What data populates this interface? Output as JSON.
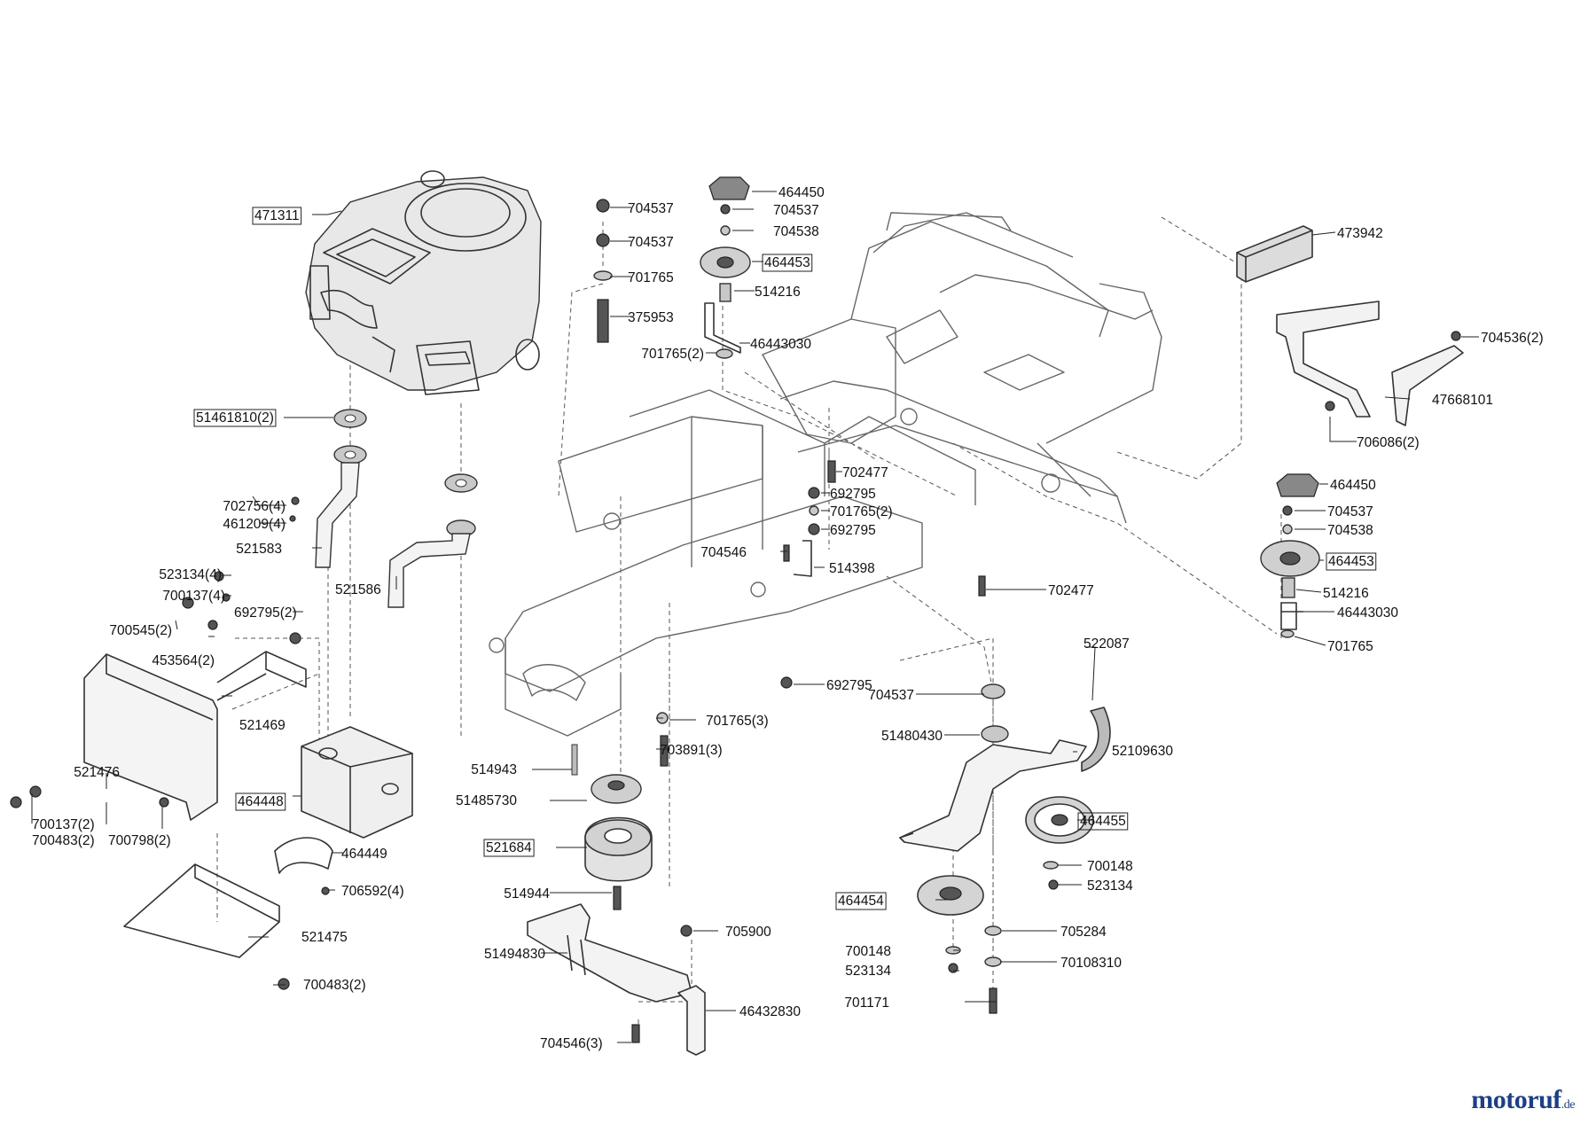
{
  "labels": [
    {
      "text": "471311",
      "boxed": true
    },
    {
      "text": "51461810(2)",
      "boxed": true
    },
    {
      "text": "702756(4)",
      "boxed": false
    },
    {
      "text": "461209(4)",
      "boxed": false
    },
    {
      "text": "521583",
      "boxed": false
    },
    {
      "text": "521586",
      "boxed": false
    },
    {
      "text": "523134(4)",
      "boxed": false
    },
    {
      "text": "700137(4)",
      "boxed": false
    },
    {
      "text": "692795(2)",
      "boxed": false
    },
    {
      "text": "700545(2)",
      "boxed": false
    },
    {
      "text": "453564(2)",
      "boxed": false
    },
    {
      "text": "521469",
      "boxed": false
    },
    {
      "text": "521476",
      "boxed": false
    },
    {
      "text": "700137(2)",
      "boxed": false
    },
    {
      "text": "700483(2)",
      "boxed": false
    },
    {
      "text": "700798(2)",
      "boxed": false
    },
    {
      "text": "464448",
      "boxed": true
    },
    {
      "text": "464449",
      "boxed": false
    },
    {
      "text": "706592(4)",
      "boxed": false
    },
    {
      "text": "521475",
      "boxed": false
    },
    {
      "text": "700483(2)",
      "boxed": false
    },
    {
      "text": "704537",
      "boxed": false
    },
    {
      "text": "704537",
      "boxed": false
    },
    {
      "text": "701765",
      "boxed": false
    },
    {
      "text": "375953",
      "boxed": false
    },
    {
      "text": "701765(2)",
      "boxed": false
    },
    {
      "text": "464450",
      "boxed": false
    },
    {
      "text": "704537",
      "boxed": false
    },
    {
      "text": "704538",
      "boxed": false
    },
    {
      "text": "464453",
      "boxed": true
    },
    {
      "text": "514216",
      "boxed": false
    },
    {
      "text": "46443030",
      "boxed": false
    },
    {
      "text": "702477",
      "boxed": false
    },
    {
      "text": "692795",
      "boxed": false
    },
    {
      "text": "701765(2)",
      "boxed": false
    },
    {
      "text": "692795",
      "boxed": false
    },
    {
      "text": "704546",
      "boxed": false
    },
    {
      "text": "514398",
      "boxed": false
    },
    {
      "text": "702477",
      "boxed": false
    },
    {
      "text": "692795",
      "boxed": false
    },
    {
      "text": "701765(3)",
      "boxed": false
    },
    {
      "text": "703891(3)",
      "boxed": false
    },
    {
      "text": "514943",
      "boxed": false
    },
    {
      "text": "51485730",
      "boxed": false
    },
    {
      "text": "521684",
      "boxed": true
    },
    {
      "text": "514944",
      "boxed": false
    },
    {
      "text": "705900",
      "boxed": false
    },
    {
      "text": "51494830",
      "boxed": false
    },
    {
      "text": "46432830",
      "boxed": false
    },
    {
      "text": "704546(3)",
      "boxed": false
    },
    {
      "text": "473942",
      "boxed": false
    },
    {
      "text": "704536(2)",
      "boxed": false
    },
    {
      "text": "47668101",
      "boxed": false
    },
    {
      "text": "706086(2)",
      "boxed": false
    },
    {
      "text": "464450",
      "boxed": false
    },
    {
      "text": "704537",
      "boxed": false
    },
    {
      "text": "704538",
      "boxed": false
    },
    {
      "text": "464453",
      "boxed": true
    },
    {
      "text": "514216",
      "boxed": false
    },
    {
      "text": "46443030",
      "boxed": false
    },
    {
      "text": "701765",
      "boxed": false
    },
    {
      "text": "522087",
      "boxed": false
    },
    {
      "text": "704537",
      "boxed": false
    },
    {
      "text": "51480430",
      "boxed": false
    },
    {
      "text": "52109630",
      "boxed": false
    },
    {
      "text": "464455",
      "boxed": true
    },
    {
      "text": "700148",
      "boxed": false
    },
    {
      "text": "523134",
      "boxed": false
    },
    {
      "text": "464454",
      "boxed": true
    },
    {
      "text": "705284",
      "boxed": false
    },
    {
      "text": "700148",
      "boxed": false
    },
    {
      "text": "70108310",
      "boxed": false
    },
    {
      "text": "523134",
      "boxed": false
    },
    {
      "text": "701171",
      "boxed": false
    }
  ],
  "watermark": {
    "main": "motoruf",
    "suffix": ".de"
  }
}
